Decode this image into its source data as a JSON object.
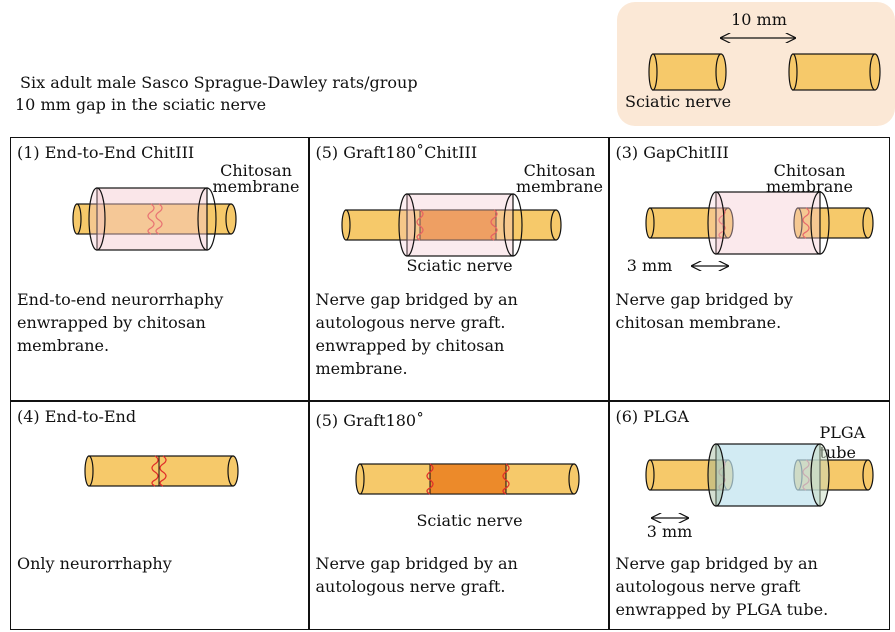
{
  "header": {
    "line1": "Six adult male Sasco Sprague-Dawley rats/group",
    "line2": "10 mm gap in the sciatic nerve"
  },
  "inset": {
    "gap_label": "10 mm",
    "nerve_label": "Sciatic nerve"
  },
  "cells": [
    {
      "title": "(1) End-to-End ChitIII",
      "side_label": "Chitosan\nmembrane",
      "description": "End-to-end neurorrhaphy\nenwrapped by chitosan\nmembrane."
    },
    {
      "title": "(5) Graft180˚ChitIII",
      "side_label": "Chitosan\nmembrane",
      "bottom_label": "Sciatic nerve",
      "description": "Nerve gap bridged by an\nautologous nerve graft.\nenwrapped by chitosan\nmembrane."
    },
    {
      "title": "(3) GapChitIII",
      "side_label": "Chitosan\nmembrane",
      "gap_label": "3 mm",
      "description": "Nerve gap bridged by\nchitosan membrane."
    },
    {
      "title": "(4) End-to-End",
      "description": "Only neurorrhaphy"
    },
    {
      "title": "(5) Graft180˚",
      "bottom_label": "Sciatic nerve",
      "description": "Nerve gap bridged by an\nautologous nerve graft."
    },
    {
      "title": "(6) PLGA",
      "side_label": "PLGA\ntube",
      "gap_label": "3 mm",
      "description": "Nerve gap bridged by an\nautologous nerve graft\nenwrapped by PLGA tube."
    }
  ],
  "colors": {
    "nerve": "#f6c96a",
    "graft": "#ec8a2a",
    "chitosan": "#f4c7cf",
    "plga": "#bfe3ee",
    "suture": "#e0302a",
    "inset_bg": "#fbe8d6"
  }
}
